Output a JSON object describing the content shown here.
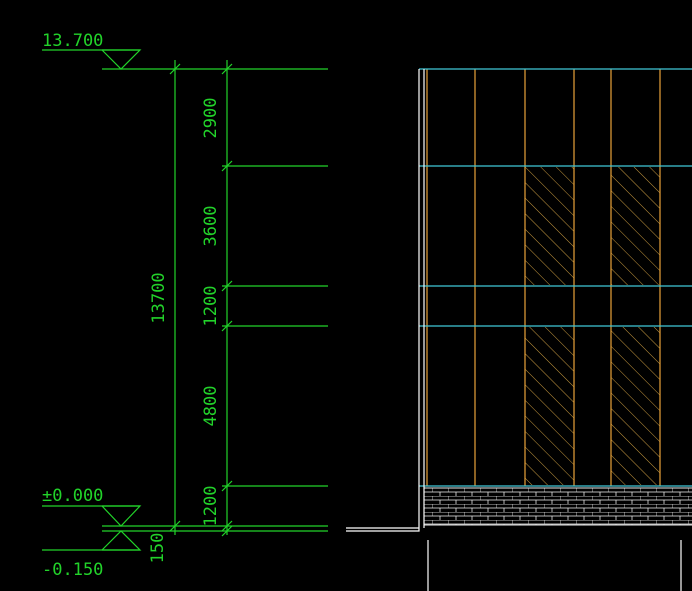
{
  "colors": {
    "background": "#000000",
    "dimension": "#22d32a",
    "floor_line": "#41c8d8",
    "column": "#e8a23a",
    "hatch": "#c89a40",
    "outline": "#ffffff",
    "base": "#e8e8e8"
  },
  "levels": {
    "top": "13.700",
    "ground": "±0.000",
    "below": "-0.150"
  },
  "dimensions": {
    "total": "13700",
    "segments": [
      {
        "label": "2900"
      },
      {
        "label": "3600"
      },
      {
        "label": "1200"
      },
      {
        "label": "4800"
      },
      {
        "label": "1200"
      },
      {
        "label": "150"
      }
    ]
  }
}
